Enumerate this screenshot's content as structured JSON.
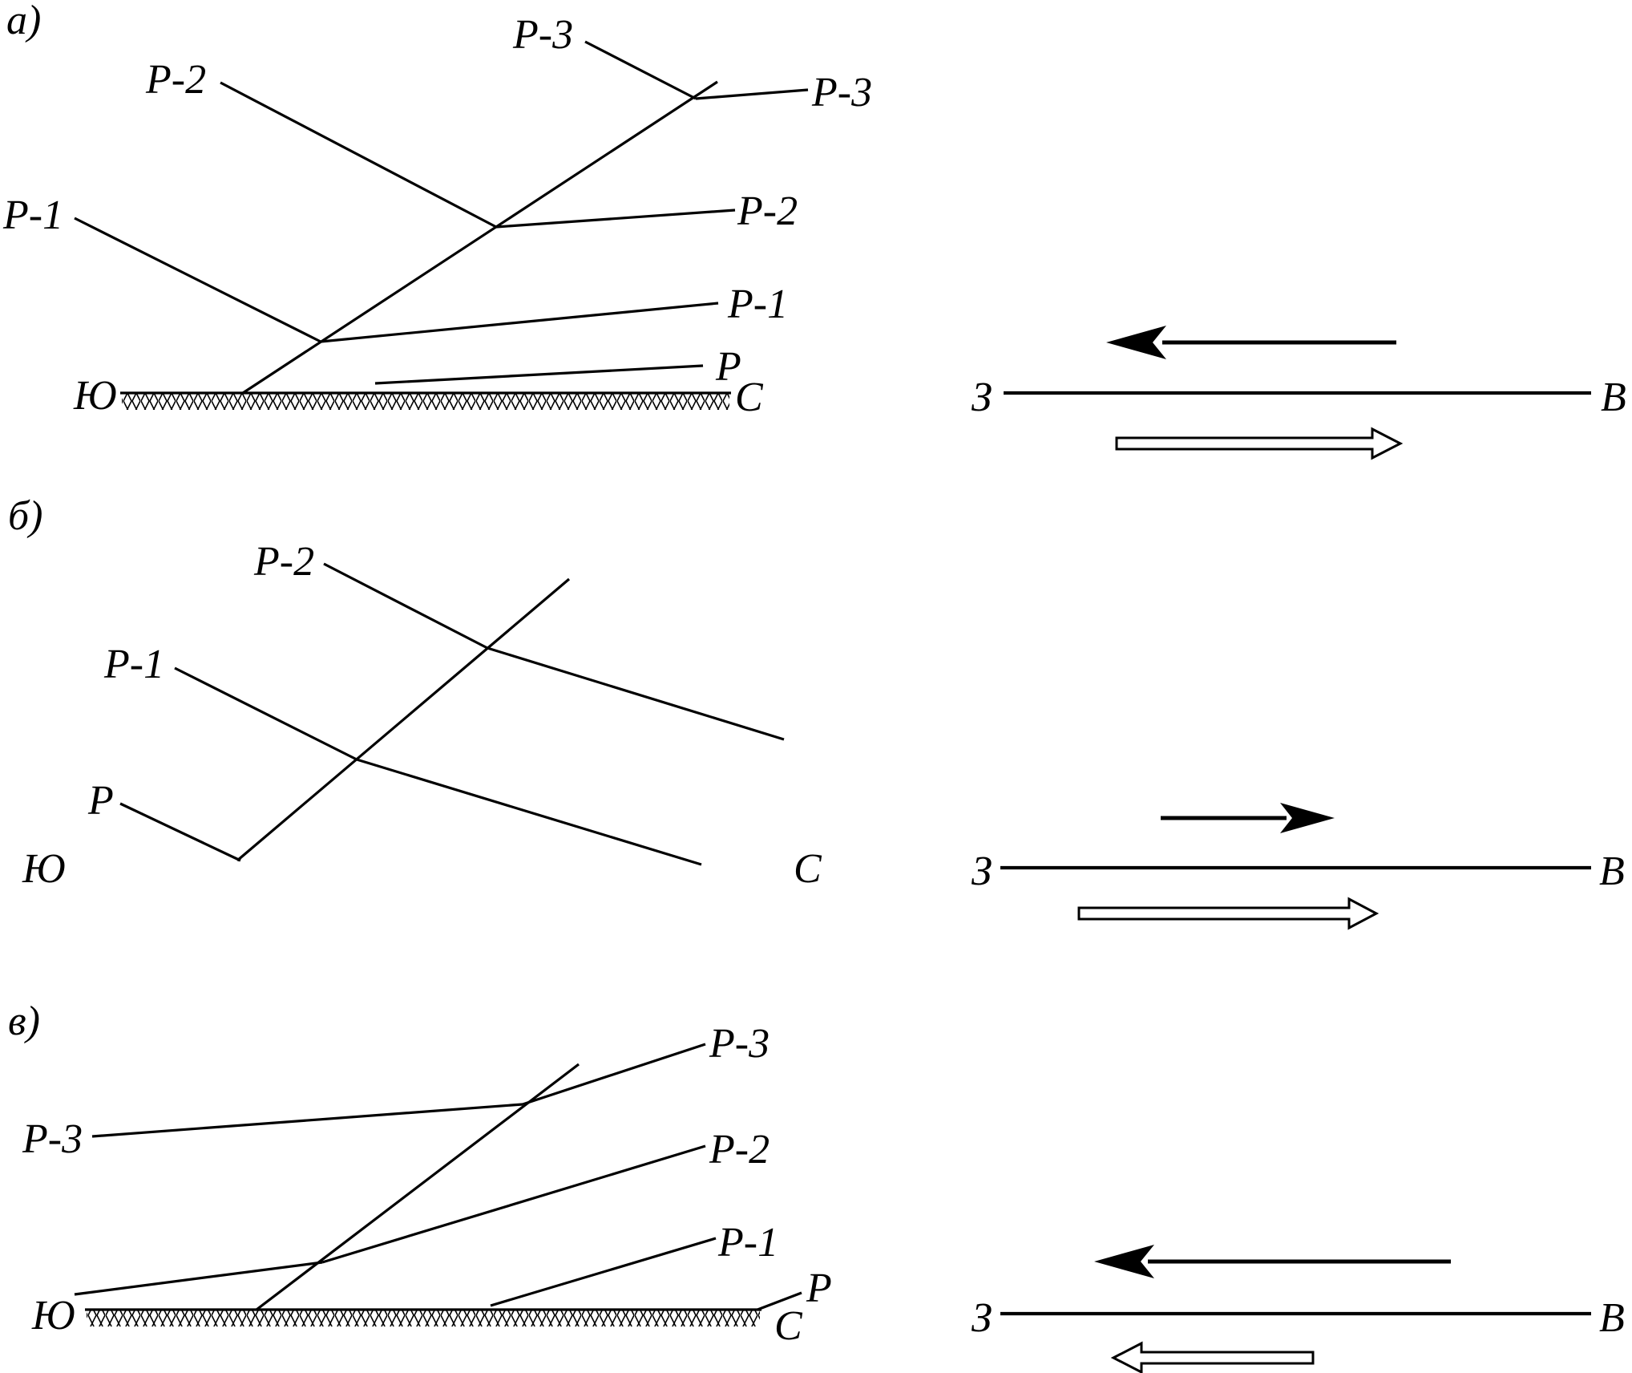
{
  "colors": {
    "ink": "#000000",
    "background": "#ffffff"
  },
  "panel_a": {
    "tag": "а)",
    "labels": {
      "r3_left": "Р-3",
      "r3_right": "Р-3",
      "r2_left": "Р-2",
      "r2_right": "Р-2",
      "r1_left": "Р-1",
      "r1_right": "Р-1",
      "r_right": "Р",
      "south": "Ю",
      "north": "С"
    },
    "compass": {
      "west": "З",
      "east": "В"
    }
  },
  "panel_b": {
    "tag": "б)",
    "labels": {
      "r2_left": "Р-2",
      "r1_left": "Р-1",
      "r_left": "Р",
      "south": "Ю",
      "north": "С"
    },
    "compass": {
      "west": "З",
      "east": "В"
    }
  },
  "panel_c": {
    "tag": "в)",
    "labels": {
      "r3_left": "Р-3",
      "r3_right": "Р-3",
      "r2_right": "Р-2",
      "r1_right": "Р-1",
      "r_right": "Р",
      "south": "Ю",
      "north": "С"
    },
    "compass": {
      "west": "З",
      "east": "В"
    }
  }
}
